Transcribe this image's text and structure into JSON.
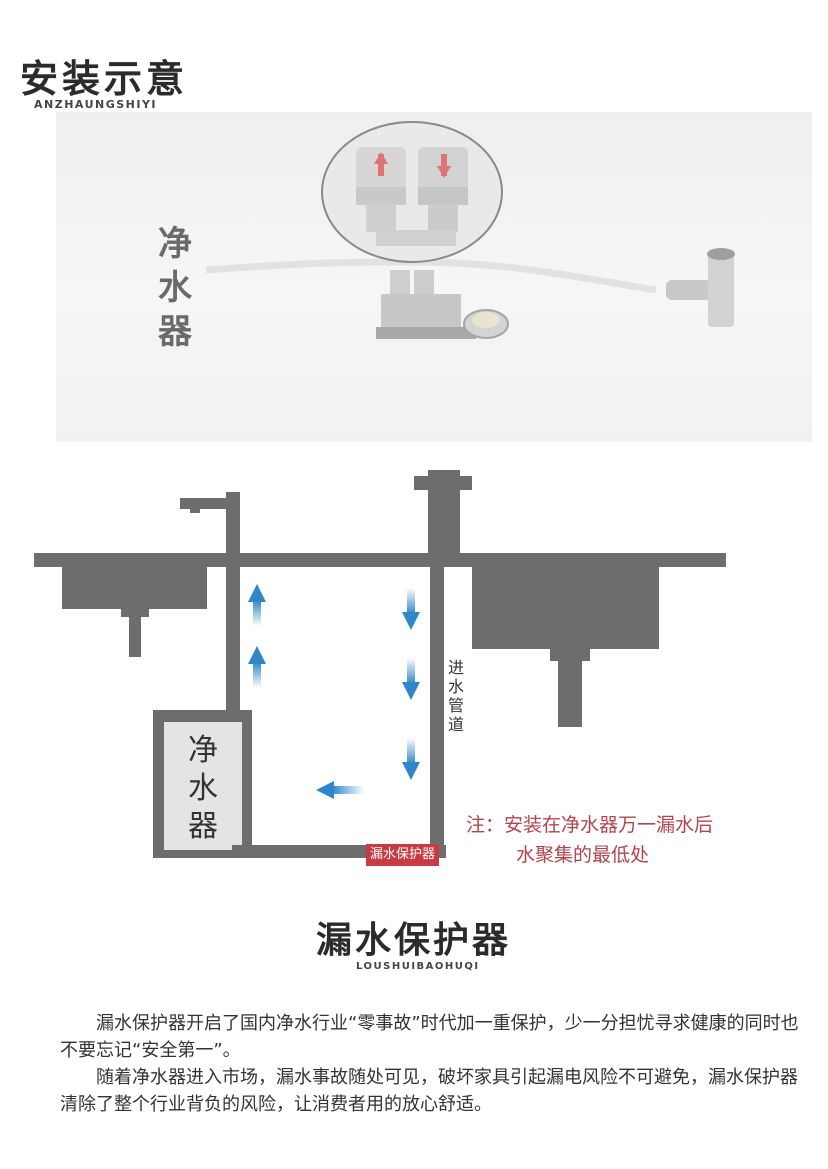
{
  "section1": {
    "title_cn": "安装示意",
    "title_en": "ANZHAUNGSHIYI"
  },
  "photo": {
    "side_label": "净水器",
    "side_label_chars": [
      "净",
      "水",
      "器"
    ],
    "description": "Product photo: leak protector valve with inset zoom of two quick-connect fittings (red arrows), white tubing to chrome faucet tee adapter",
    "colors": {
      "background": "#f1f1f1",
      "fitting": "#d9d9d9",
      "arrow": "#e05a5a",
      "chrome": "#c8c8c8"
    }
  },
  "diagram": {
    "pipe_label_chars": [
      "进",
      "水",
      "管",
      "道"
    ],
    "purifier_label_chars": [
      "净",
      "水",
      "器"
    ],
    "leak_tag": "漏水保护器",
    "note_line1": "注：安装在净水器万一漏水后",
    "note_line2": "水聚集的最低处",
    "colors": {
      "structure": "#6d6d6d",
      "flow_arrow": "#2f86c8",
      "tag_bg": "#c73b45",
      "note_text": "#b0454c",
      "purifier_fill": "#e4e4e4"
    }
  },
  "section2": {
    "title_cn": "漏水保护器",
    "title_en": "LOUSHUIBAOHUQI"
  },
  "body": {
    "para1": "漏水保护器开启了国内净水行业“零事故”时代加一重保护，少一分担忧寻求健康的同时也不要忘记“安全第一”。",
    "para2": "随着净水器进入市场，漏水事故随处可见，破坏家具引起漏电风险不可避免，漏水保护器清除了整个行业背负的风险，让消费者用的放心舒适。"
  }
}
